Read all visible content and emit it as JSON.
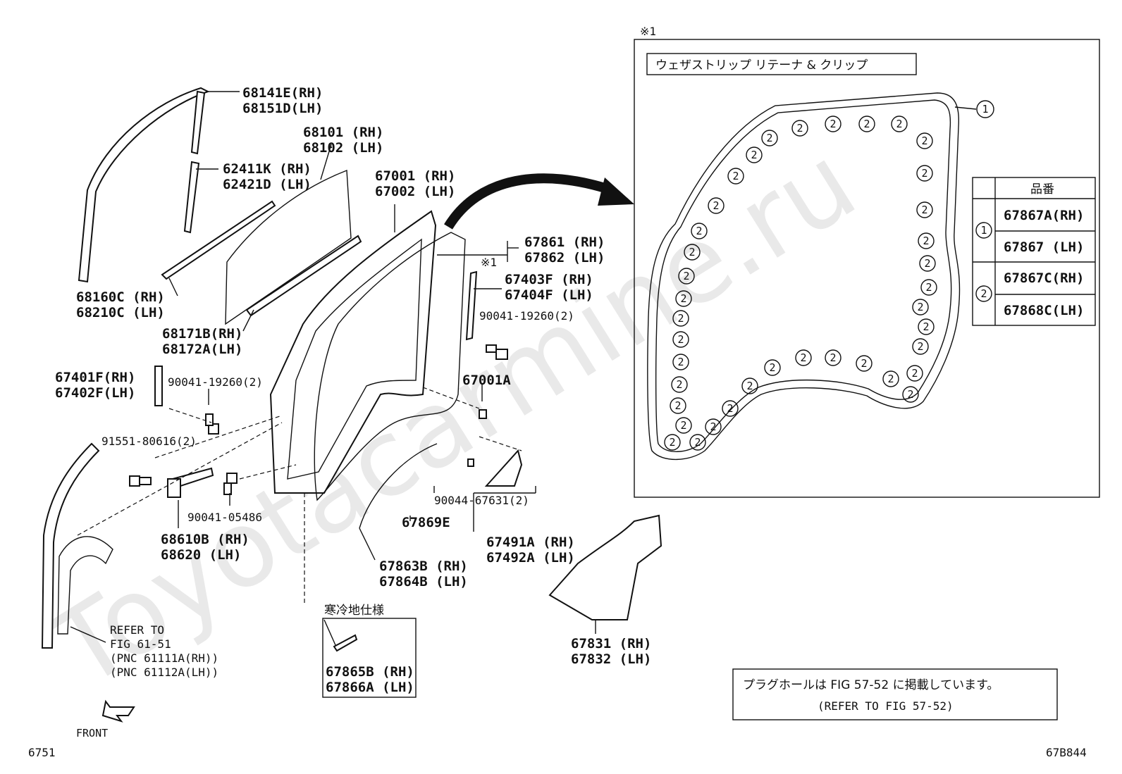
{
  "watermark": "Toyotacarmine.ru",
  "detail": {
    "marker": "※1",
    "title": "ウェザストリップ リテーナ & クリップ",
    "table": {
      "header": "品番",
      "rows": [
        {
          "key": "1",
          "parts": [
            "67867A(RH)",
            "67867 (LH)"
          ]
        },
        {
          "key": "2",
          "parts": [
            "67867C(RH)",
            "67868C(LH)"
          ]
        }
      ]
    },
    "callout_1": "1",
    "callout_2": "2"
  },
  "labels": {
    "p68141": [
      "68141E(RH)",
      "68151D(LH)"
    ],
    "p68101": [
      "68101 (RH)",
      "68102 (LH)"
    ],
    "p62411": [
      "62411K (RH)",
      "62421D (LH)"
    ],
    "p67001": [
      "67001 (RH)",
      "67002 (LH)"
    ],
    "p67861": [
      "67861 (RH)",
      "67862 (LH)"
    ],
    "marker_ref": "※1",
    "p67403": [
      "67403F (RH)",
      "67404F (LH)"
    ],
    "p90041_a": "90041-19260(2)",
    "p68160": [
      "68160C (RH)",
      "68210C (LH)"
    ],
    "p68171": [
      "68171B(RH)",
      "68172A(LH)"
    ],
    "p67401": [
      "67401F(RH)",
      "67402F(LH)"
    ],
    "p90041_b": "90041-19260(2)",
    "p67001a": "67001A",
    "p91551": "91551-80616(2)",
    "p90041_c": "90041-05486",
    "p68610": [
      "68610B (RH)",
      "68620 (LH)"
    ],
    "p90044": "90044-67631(2)",
    "p67869": "67869E",
    "p67491": [
      "67491A (RH)",
      "67492A (LH)"
    ],
    "p67863": [
      "67863B (RH)",
      "67864B (LH)"
    ],
    "p67831": [
      "67831 (RH)",
      "67832 (LH)"
    ],
    "refer": [
      "REFER TO",
      "FIG 61-51",
      "(PNC 61111A(RH))",
      "(PNC 61112A(LH))"
    ],
    "cold_spec": "寒冷地仕様",
    "p67865": [
      "67865B (RH)",
      "67866A (LH)"
    ],
    "front": "FRONT",
    "fig_no": "6751",
    "illus_code": "67B844"
  },
  "note": {
    "jp": "プラグホールは FIG 57-52 に掲載しています。",
    "en": "(REFER TO FIG 57-52)"
  }
}
